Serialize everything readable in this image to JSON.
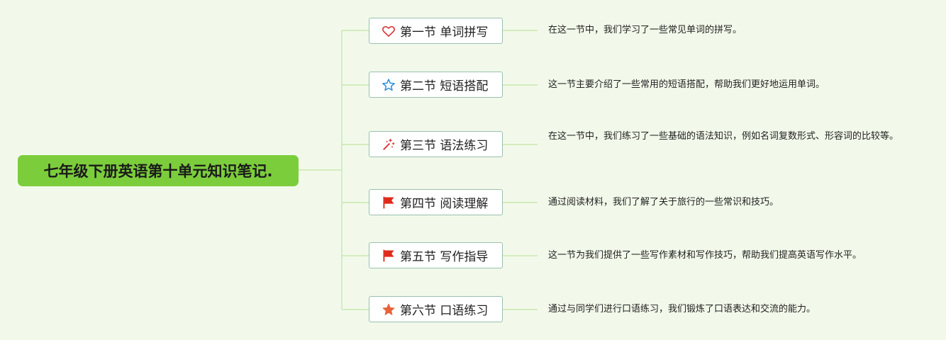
{
  "mindmap": {
    "root": {
      "title": "七年级下册英语第十单元知识笔记."
    },
    "branches": [
      {
        "label": "第一节 单词拼写",
        "icon": "heart-icon",
        "icon_color": "#d83a3a",
        "note": "在这一节中，我们学习了一些常见单词的拼写。"
      },
      {
        "label": "第二节 短语搭配",
        "icon": "star-outline-icon",
        "icon_color": "#2a8fd8",
        "note": "这一节主要介绍了一些常用的短语搭配，帮助我们更好地运用单词。"
      },
      {
        "label": "第三节 语法练习",
        "icon": "magic-wand-icon",
        "icon_color": "#d83a3a",
        "note": "在这一节中，我们练习了一些基础的语法知识，例如名词复数形式、形容词的比较等。"
      },
      {
        "label": "第四节 阅读理解",
        "icon": "flag-icon",
        "icon_color": "#e02a1a",
        "note": "通过阅读材料，我们了解了关于旅行的一些常识和技巧。"
      },
      {
        "label": "第五节 写作指导",
        "icon": "flag-icon",
        "icon_color": "#e02a1a",
        "note": "这一节为我们提供了一些写作素材和写作技巧，帮助我们提高英语写作水平。"
      },
      {
        "label": "第六节 口语练习",
        "icon": "star-filled-icon",
        "icon_color": "#e8623a",
        "note": "通过与同学们进行口语练习，我们锻炼了口语表达和交流的能力。"
      }
    ],
    "colors": {
      "background": "#f2f9ea",
      "root_fill": "#7ccd3c",
      "connector": "#c9e8b0",
      "branch_border": "#9bbfb0"
    }
  }
}
